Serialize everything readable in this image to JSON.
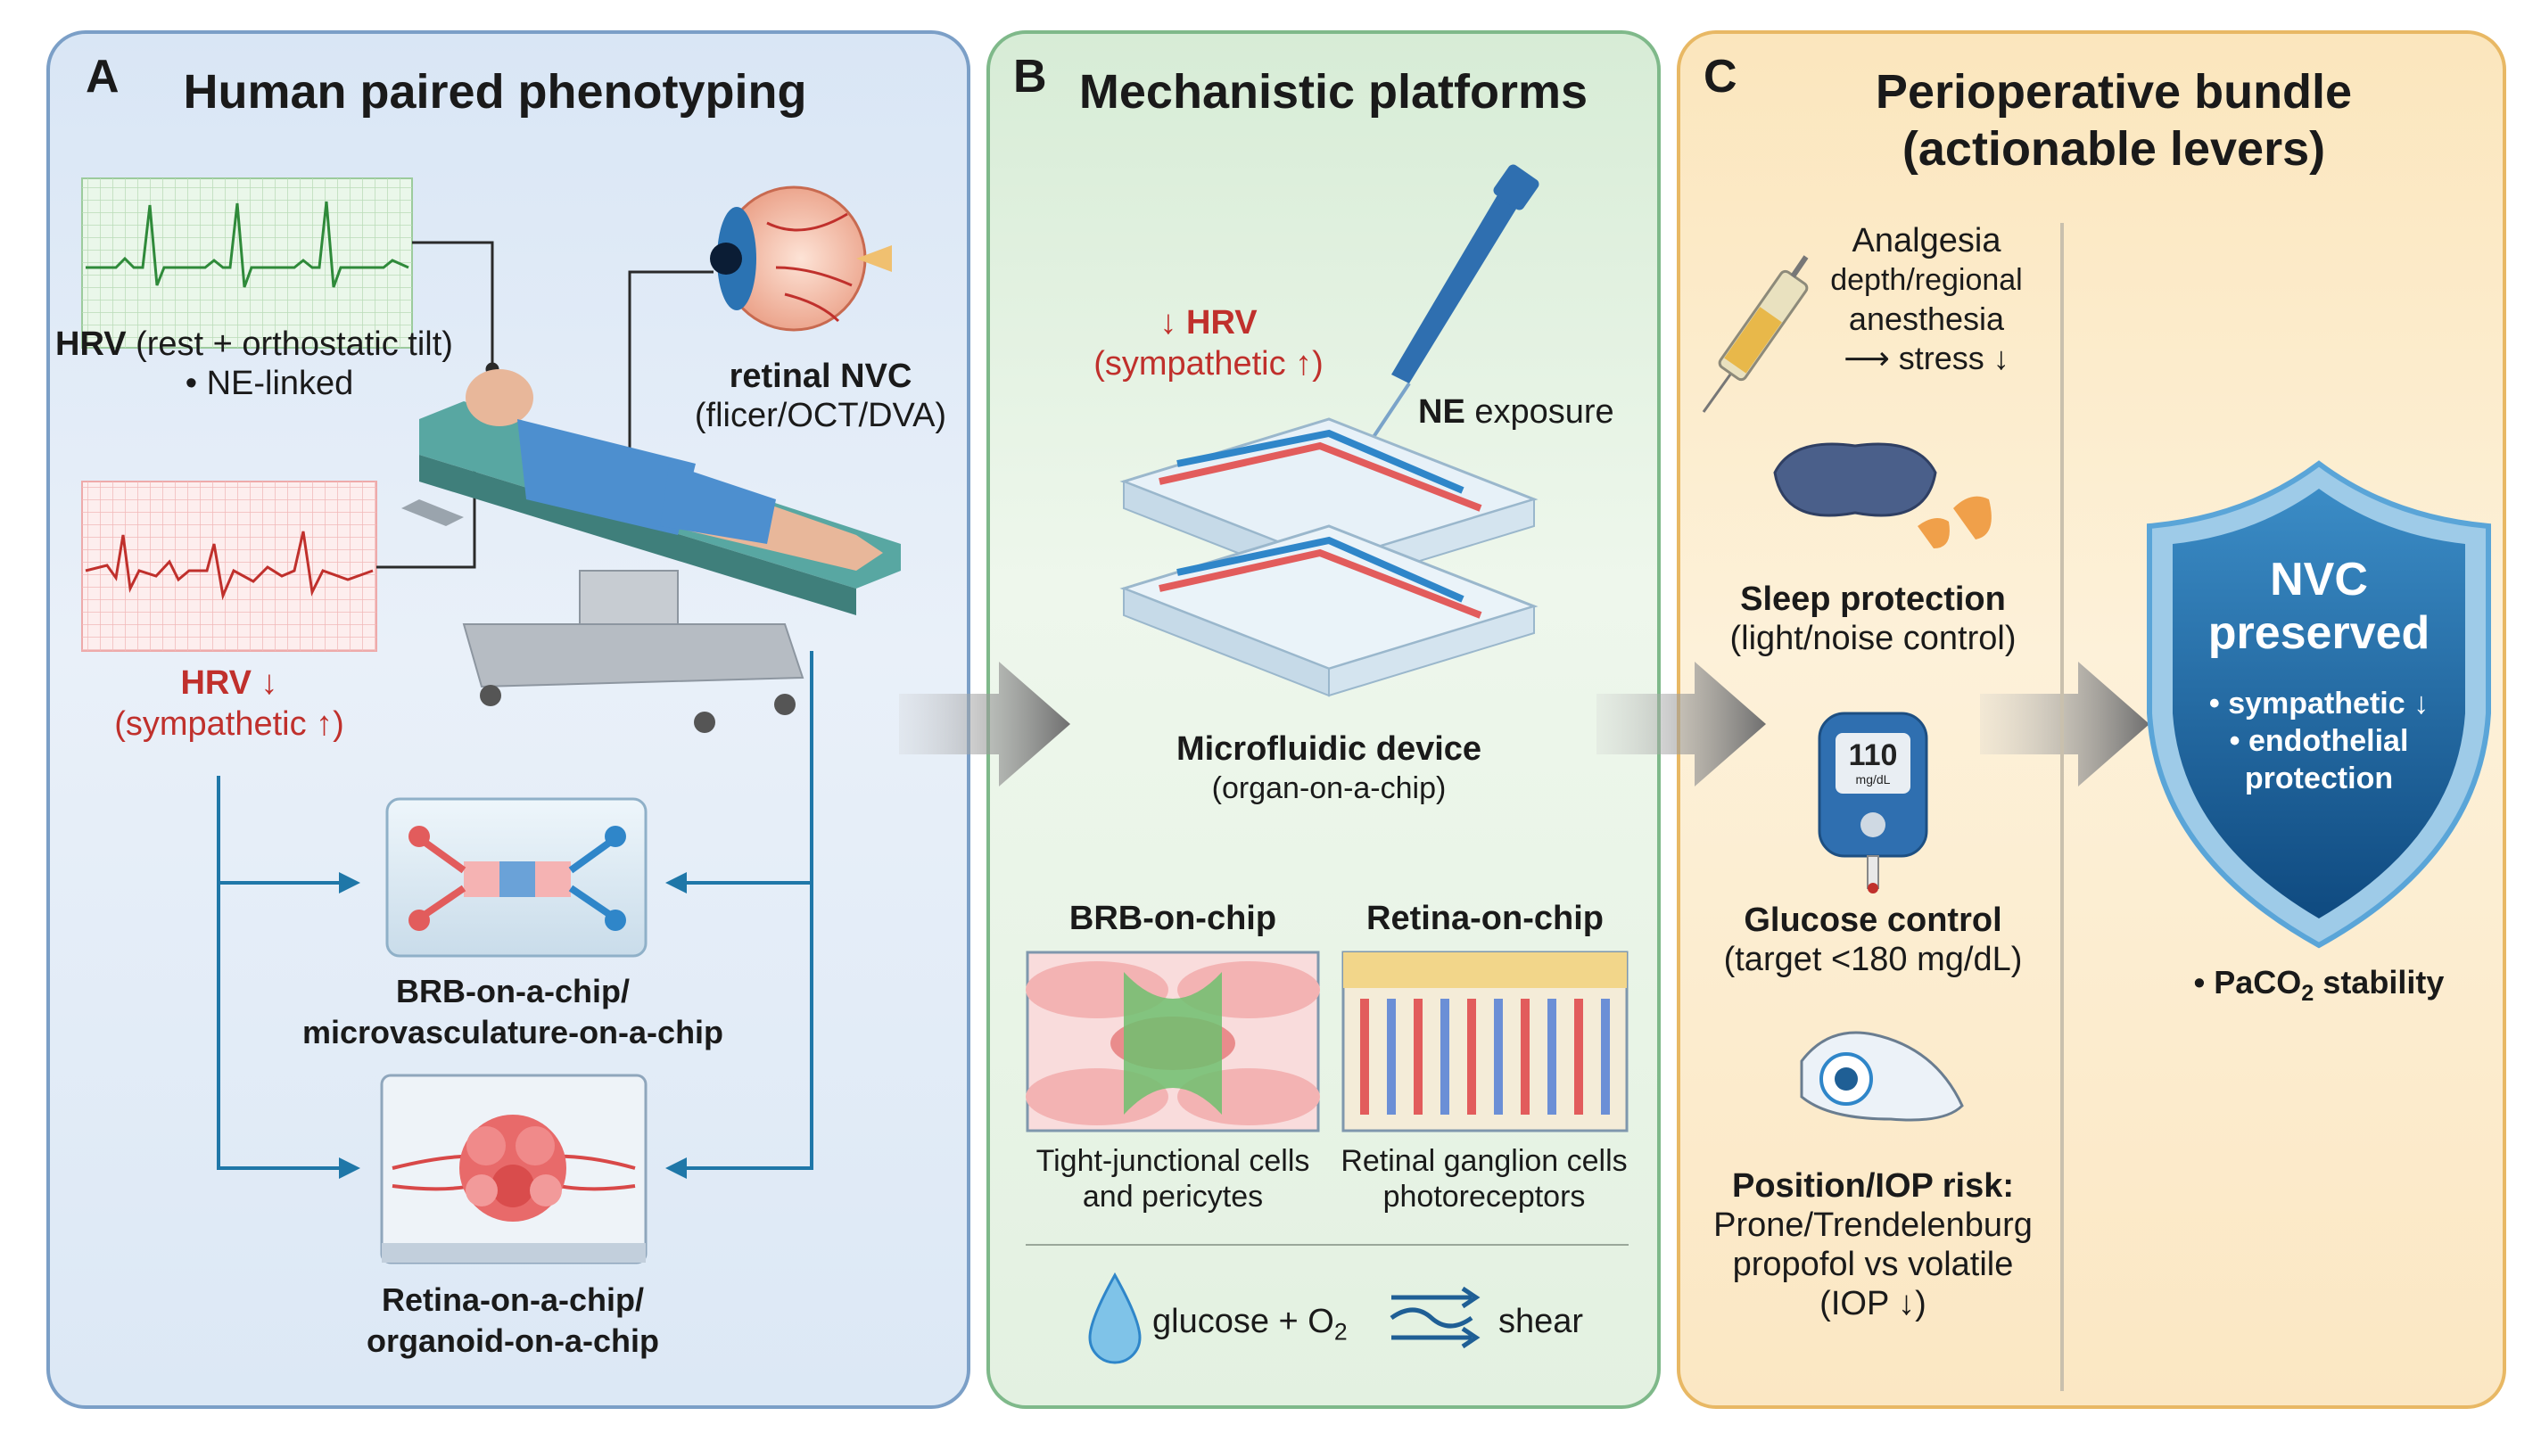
{
  "panelA": {
    "letter": "A",
    "title": "Human paired phenotyping",
    "hrv_rest_bold": "HRV",
    "hrv_rest_rest": " (rest + orthostatic tilt)",
    "ne_linked": "• NE-linked",
    "retinal_title": "retinal NVC",
    "retinal_sub": "(flicer/OCT/DVA)",
    "hrv_down": "HRV ↓",
    "sympathetic_up": "(sympathetic ↑)",
    "brb_line1": "BRB-on-a-chip/",
    "brb_line2": "microvasculature-on-a-chip",
    "retina_line1": "Retina-on-a-chip/",
    "retina_line2": "organoid-on-a-chip"
  },
  "panelB": {
    "letter": "B",
    "title": "Mechanistic platforms",
    "hrv_down": "↓ HRV",
    "sympathetic_up": "(sympathetic ↑)",
    "ne_bold": "NE",
    "ne_rest": " exposure",
    "device_title": "Microfluidic device",
    "device_sub": "(organ-on-a-chip)",
    "brb_title": "BRB-on-chip",
    "retina_title": "Retina-on-chip",
    "brb_cap1": "Tight-junctional cells",
    "brb_cap2": "and pericytes",
    "retina_cap1": "Retinal ganglion cells",
    "retina_cap2": "photoreceptors",
    "glucose_main": "glucose + O",
    "glucose_sub": "2",
    "shear": "shear"
  },
  "panelC": {
    "letter": "C",
    "title1": "Perioperative bundle",
    "title2": "(actionable levers)",
    "analgesia1": "Analgesia",
    "analgesia2": "depth/regional",
    "analgesia3": "anesthesia",
    "analgesia4": "⟶ stress ↓",
    "sleep_title": "Sleep protection",
    "sleep_sub": "(light/noise control)",
    "meter_value": "110",
    "meter_unit": "mg/dL",
    "glucose_title": "Glucose control",
    "glucose_sub": "(target <180 mg/dL)",
    "position_title": "Position/IOP risk:",
    "position1": "Prone/Trendelenburg",
    "position2": "propofol vs volatile",
    "position3": "(IOP ↓)",
    "shield_title1": "NVC",
    "shield_title2": "preserved",
    "shield_b1": "• sympathetic ↓",
    "shield_b2": "• endothelial",
    "shield_b3": "protection",
    "paco2_main": "• PaCO",
    "paco2_sub": "2",
    "paco2_rest": " stability"
  },
  "colors": {
    "panelA_border": "#7b9fc7",
    "panelB_border": "#7fb98a",
    "panelC_border": "#e8b864",
    "accent_red": "#c0302c",
    "flow_blue": "#1f77a8",
    "shield_blue": "#1c5f95"
  }
}
